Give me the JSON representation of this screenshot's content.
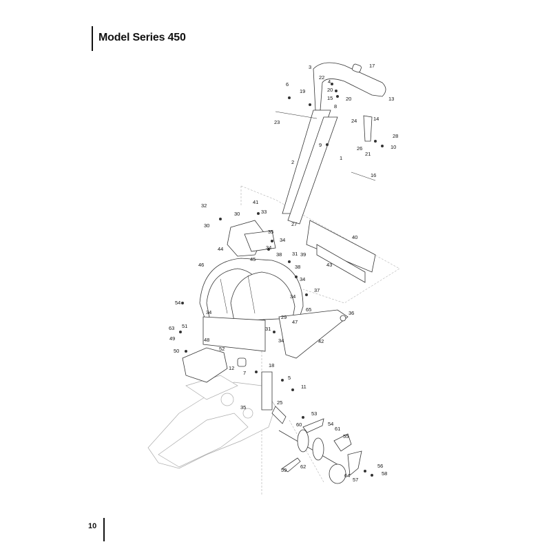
{
  "page": {
    "title": "Model Series 450",
    "page_number": "10"
  },
  "diagram": {
    "callouts": [
      "1",
      "2",
      "3",
      "4",
      "5",
      "6",
      "7",
      "8",
      "9",
      "10",
      "11",
      "12",
      "13",
      "14",
      "15",
      "16",
      "17",
      "18",
      "19",
      "20",
      "20",
      "21",
      "22",
      "23",
      "24",
      "25",
      "26",
      "27",
      "28",
      "29",
      "30",
      "30",
      "31",
      "31",
      "32",
      "33",
      "34",
      "34",
      "34",
      "34",
      "34",
      "34",
      "35",
      "35",
      "36",
      "37",
      "38",
      "38",
      "39",
      "40",
      "41",
      "42",
      "43",
      "44",
      "45",
      "46",
      "47",
      "48",
      "49",
      "50",
      "51",
      "52",
      "53",
      "54",
      "54",
      "55",
      "56",
      "57",
      "58",
      "59",
      "60",
      "61",
      "62",
      "63",
      "64",
      "65"
    ]
  }
}
